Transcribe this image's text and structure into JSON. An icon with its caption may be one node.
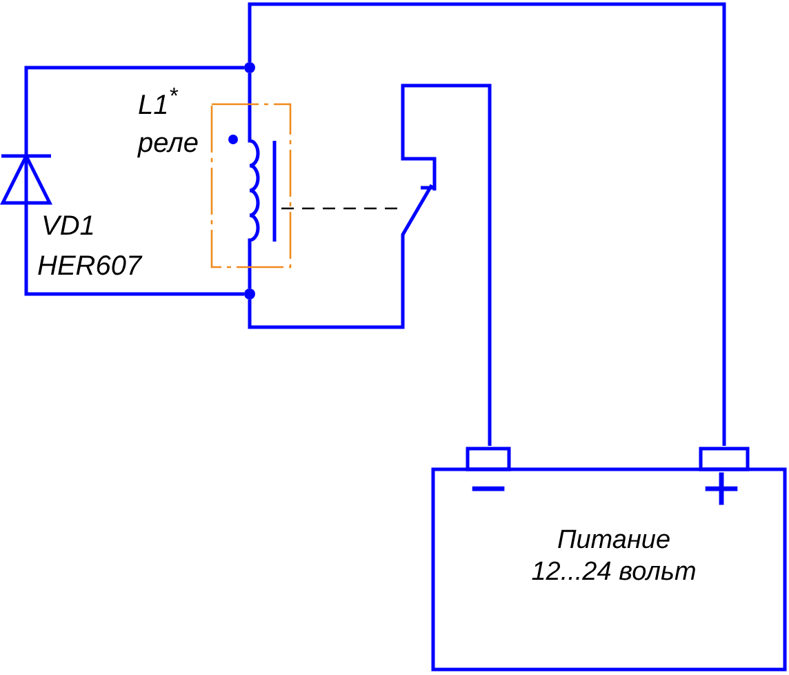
{
  "diagram": {
    "nodes": [
      {
        "text": [],
        "shape": "diode",
        "beside": [
          "VD1",
          "HER607"
        ]
      },
      {
        "text": [],
        "shape": "box",
        "beside": [
          "L1$^{*}$",
          "реле"
        ]
      },
      {
        "text": [],
        "shape": "coil",
        "in": 1
      },
      {
        "text": [],
        "shape": "switch"
      },
      {
        "text": [
          "−",
          "+",
          "Питание 12...24 вольт"
        ]
      },
      {
        "text": [],
        "shape": "circle"
      },
      {
        "text": [],
        "shape": "circle"
      }
    ],
    "edges": [
      {
        "from": 4,
        "to": 5,
        "arrow": "none"
      },
      {
        "from": 5,
        "to": 0,
        "arrow": "none"
      },
      {
        "from": 5,
        "to": 2,
        "arrow": "none"
      },
      {
        "from": 0,
        "to": 6,
        "arrow": "none"
      },
      {
        "from": 2,
        "to": 6,
        "arrow": "none"
      },
      {
        "from": 6,
        "to": 3,
        "arrow": "none"
      },
      {
        "from": 3,
        "to": 4,
        "arrow": "none"
      },
      {
        "from": 2,
        "to": 3,
        "arrow": "none",
        "style": "dashed",
        "color": "#000000"
      }
    ]
  }
}
